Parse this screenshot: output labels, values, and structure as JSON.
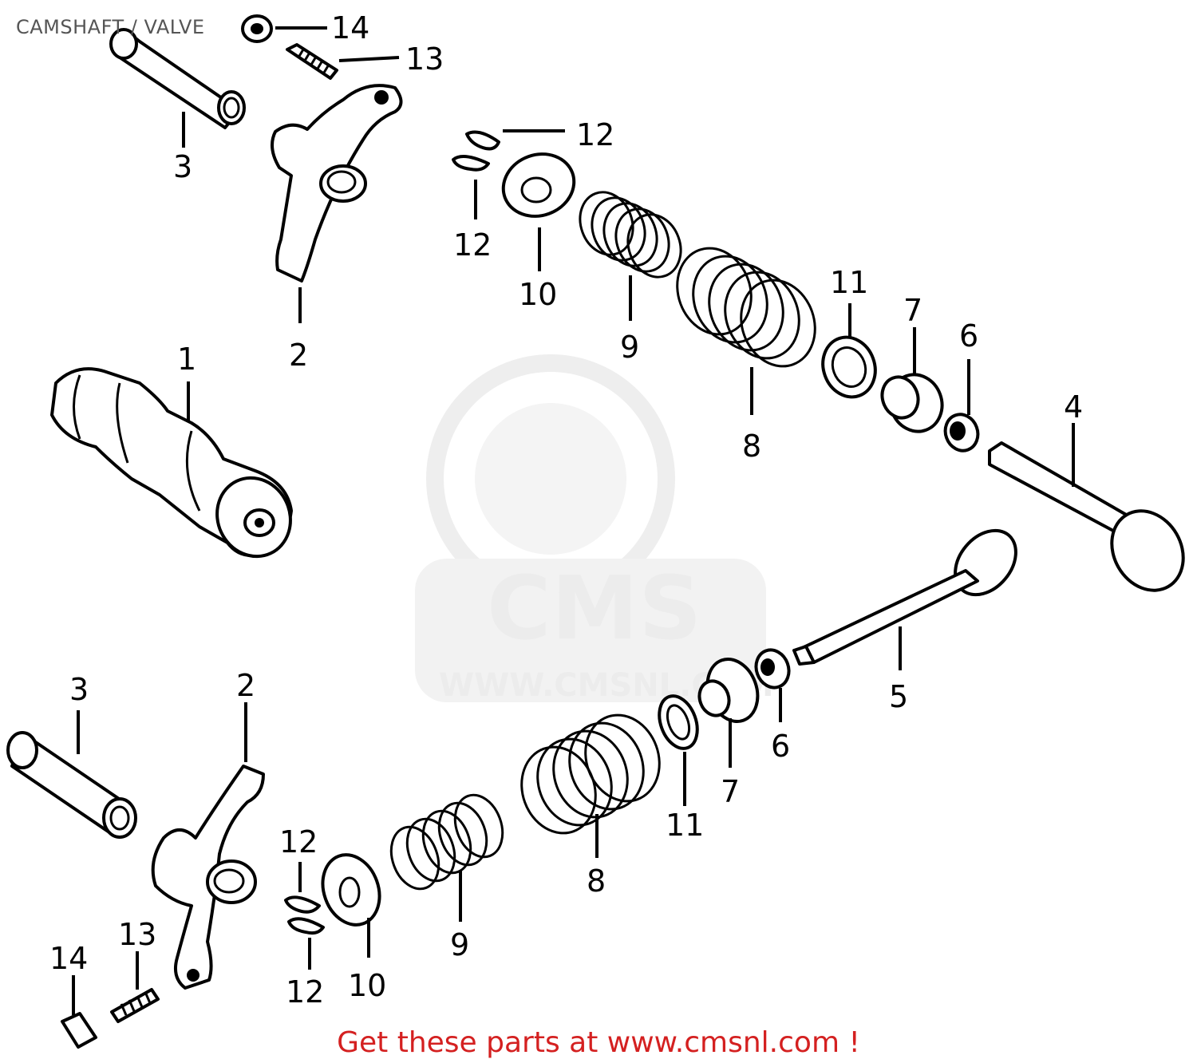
{
  "title": "CAMSHAFT / VALVE",
  "watermark": {
    "logo_text": "CMS",
    "url_text": "WWW.CMSNL.COM"
  },
  "footer": {
    "text": "Get these parts at www.cmsnl.com !",
    "color": "#d42020"
  },
  "callouts": [
    {
      "id": "c14a",
      "text": "14"
    },
    {
      "id": "c13a",
      "text": "13"
    },
    {
      "id": "c3a",
      "text": "3"
    },
    {
      "id": "c2a",
      "text": "2"
    },
    {
      "id": "c12a",
      "text": "12"
    },
    {
      "id": "c12b",
      "text": "12"
    },
    {
      "id": "c10a",
      "text": "10"
    },
    {
      "id": "c9a",
      "text": "9"
    },
    {
      "id": "c11a",
      "text": "11"
    },
    {
      "id": "c7a",
      "text": "7"
    },
    {
      "id": "c6a",
      "text": "6"
    },
    {
      "id": "c8a",
      "text": "8"
    },
    {
      "id": "c4",
      "text": "4"
    },
    {
      "id": "c1",
      "text": "1"
    },
    {
      "id": "c5",
      "text": "5"
    },
    {
      "id": "c3b",
      "text": "3"
    },
    {
      "id": "c2b",
      "text": "2"
    },
    {
      "id": "c6b",
      "text": "6"
    },
    {
      "id": "c7b",
      "text": "7"
    },
    {
      "id": "c11b",
      "text": "11"
    },
    {
      "id": "c8b",
      "text": "8"
    },
    {
      "id": "c12c",
      "text": "12"
    },
    {
      "id": "c12d",
      "text": "12"
    },
    {
      "id": "c10b",
      "text": "10"
    },
    {
      "id": "c9b",
      "text": "9"
    },
    {
      "id": "c13b",
      "text": "13"
    },
    {
      "id": "c14b",
      "text": "14"
    }
  ]
}
